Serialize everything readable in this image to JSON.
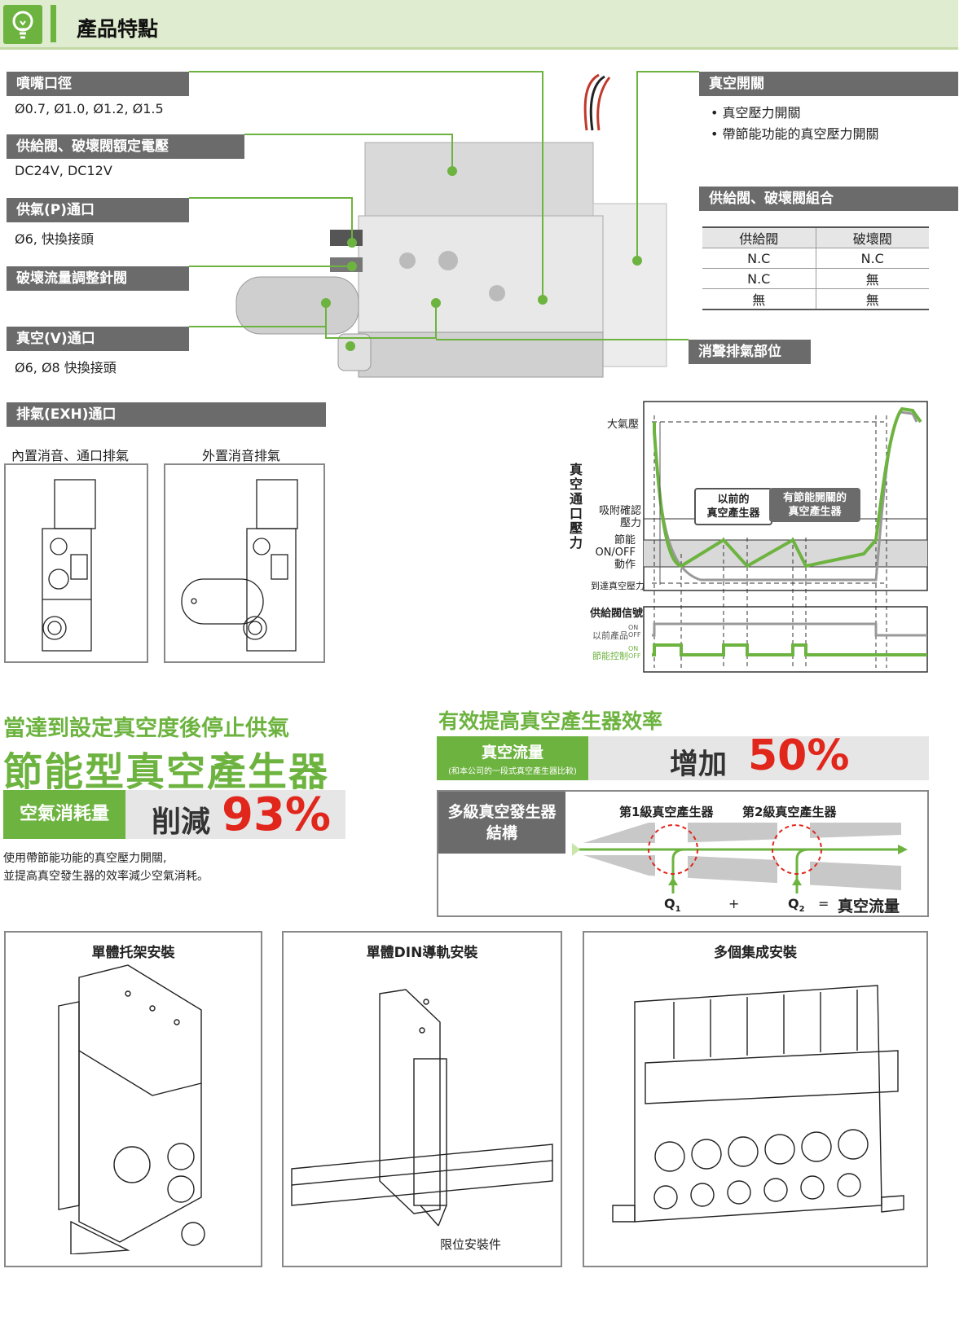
{
  "header": {
    "title": "產品特點",
    "icon": "lightbulb-icon"
  },
  "specs": {
    "nozzle": {
      "label": "噴嘴口徑",
      "value": "Ø0.7, Ø1.0, Ø1.2, Ø1.5"
    },
    "voltage": {
      "label": "供給閥、破壞閥額定電壓",
      "value": "DC24V, DC12V"
    },
    "supply_port": {
      "label": "供氣(P)通口",
      "value": "Ø6, 快換接頭"
    },
    "needle": {
      "label": "破壞流量調整針閥"
    },
    "vacuum_port": {
      "label": "真空(V)通口",
      "value": "Ø6, Ø8 快換接頭"
    },
    "vacuum_switch": {
      "label": "真空開關",
      "items": [
        "真空壓力開關",
        "帶節能功能的真空壓力開關"
      ]
    },
    "valve_combo": {
      "label": "供給閥、破壞閥組合",
      "columns": [
        "供給閥",
        "破壞閥"
      ],
      "rows": [
        [
          "N.C",
          "N.C"
        ],
        [
          "N.C",
          "無"
        ],
        [
          "無",
          "無"
        ]
      ]
    },
    "silencer": {
      "label": "消聲排氣部位"
    }
  },
  "exhaust": {
    "label": "排氣(EXH)通口",
    "options": [
      "內置消音、通口排氣",
      "外置消音排氣"
    ]
  },
  "timing_chart": {
    "y_axis_label": "真空通口壓力",
    "levels": {
      "atmosphere": "大氣壓",
      "confirm_line1": "吸附確認",
      "confirm_line2": "壓力",
      "save_line1": "節能",
      "save_line2": "ON/OFF",
      "save_line3": "動作",
      "reach": "到達真空壓力"
    },
    "callout_old": [
      "以前的",
      "真空產生器"
    ],
    "callout_new": [
      "有節能開關的",
      "真空產生器"
    ],
    "signal_title": "供給閥信號",
    "signal_old": "以前產品",
    "signal_new": "節能控制",
    "on": "ON",
    "off": "OFF",
    "colors": {
      "green": "#6db33f",
      "gray": "#999999",
      "band": "#d9d9d9"
    }
  },
  "energy": {
    "subtitle": "當達到設定真空度後停止供氣",
    "title": "節能型真空產生器",
    "metric_label": "空氣消耗量",
    "metric_action": "削減",
    "metric_value": "93%",
    "note_line1": "使用帶節能功能的真空壓力開關,",
    "note_line2": "並提高真空發生器的效率減少空氣消耗。"
  },
  "efficiency": {
    "title": "有效提高真空產生器效率",
    "flow_label": "真空流量",
    "flow_note": "(和本公司的一段式真空產生器比較)",
    "flow_action": "增加",
    "flow_value": "50%",
    "multi_line1": "多級真空發生器",
    "multi_line2": "結構",
    "stage1": "第1級真空產生器",
    "stage2": "第2級真空產生器",
    "q1": "Q",
    "q1_sub": "1",
    "plus": "+",
    "q2": "Q",
    "q2_sub": "2",
    "equals": "=",
    "result": "真空流量"
  },
  "mounting": {
    "bracket": "單體托架安裝",
    "din": "單體DIN導軌安裝",
    "din_callout": "限位安裝件",
    "manifold": "多個集成安裝"
  },
  "colors": {
    "accent": "#6db33f",
    "label_gray": "#6b6b6b",
    "header_bg": "#dfeccf",
    "red": "#e1261c"
  }
}
